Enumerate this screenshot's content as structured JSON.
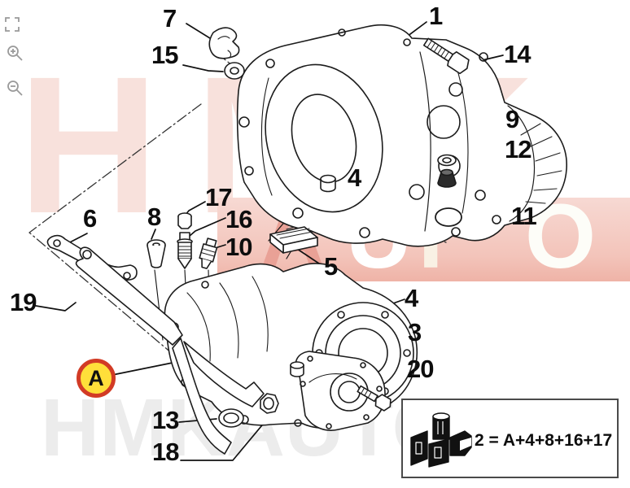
{
  "viewer": {
    "tools": [
      {
        "name": "fullscreen"
      },
      {
        "name": "zoom-in"
      },
      {
        "name": "zoom-out"
      }
    ]
  },
  "diagram": {
    "type": "exploded-parts-diagram",
    "subject": "manual transmission clutch and gear housing",
    "badge": "A",
    "labels": [
      {
        "id": "part-1",
        "text": "1"
      },
      {
        "id": "part-7",
        "text": "7"
      },
      {
        "id": "part-15",
        "text": "15"
      },
      {
        "id": "part-14",
        "text": "14"
      },
      {
        "id": "part-9",
        "text": "9"
      },
      {
        "id": "part-12",
        "text": "12"
      },
      {
        "id": "part-4a",
        "text": "4"
      },
      {
        "id": "part-11",
        "text": "11"
      },
      {
        "id": "part-5",
        "text": "5"
      },
      {
        "id": "part-17",
        "text": "17"
      },
      {
        "id": "part-16",
        "text": "16"
      },
      {
        "id": "part-10",
        "text": "10"
      },
      {
        "id": "part-8",
        "text": "8"
      },
      {
        "id": "part-6",
        "text": "6"
      },
      {
        "id": "part-19",
        "text": "19"
      },
      {
        "id": "part-13",
        "text": "13"
      },
      {
        "id": "part-18",
        "text": "18"
      },
      {
        "id": "part-4b",
        "text": "4"
      },
      {
        "id": "part-3",
        "text": "3"
      },
      {
        "id": "part-20",
        "text": "20"
      }
    ],
    "legend": {
      "formula": "2 = A+4+8+16+17",
      "kit_icon": "parts-kit"
    },
    "watermark": {
      "top": "HMK",
      "band_letters": [
        "A",
        "U",
        "T",
        "O"
      ],
      "bottom": "HMKAUTO.EE"
    },
    "colors": {
      "badge_fill": "#ffdf3a",
      "badge_border": "#d23b25",
      "watermark_pink": "#f8e1dc",
      "band_pink": "#f3c4ba",
      "line_art": "#1c1c1c",
      "tool_icon": "#9a9a9a"
    }
  }
}
